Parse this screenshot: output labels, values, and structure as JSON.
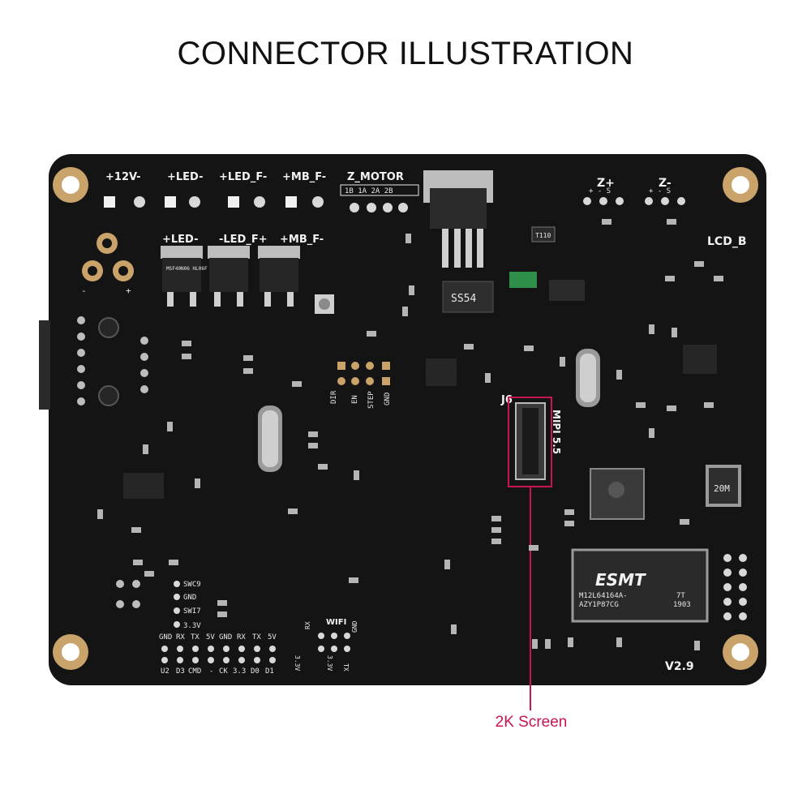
{
  "title": "CONNECTOR ILLUSTRATION",
  "callout": {
    "label": "2K Screen",
    "color": "#c8144f"
  },
  "board": {
    "color": "#141414",
    "version": "V2.9",
    "top_labels": [
      "+12V-",
      "+LED-",
      "+LED_F-",
      "+MB_F-",
      "Z_MOTOR"
    ],
    "z_motor_pins": "1B 1A 2A 2B",
    "mosfet_labels": [
      "+LED-",
      "-LED_F+",
      "+MB_F-"
    ],
    "mosfet_marking": "MSF40N06 HL06F",
    "right_labels": [
      "Z+",
      "Z-",
      "LCD_B"
    ],
    "endstop_pin_signs": "+ - S",
    "stepper_labels": [
      "DIR",
      "EN",
      "STEP",
      "GND"
    ],
    "mipi_label": "MIPI 5.5",
    "connector_ref": "J6",
    "chip_ss54": "SS54",
    "fuse_marking": "T110",
    "crystal_marking": "20M",
    "sdram": {
      "brand": "ESMT",
      "part": "M12L64164A-",
      "grade": "7T",
      "lot": "AZY1P87CG",
      "date": "1903"
    },
    "bottom_left_labels": [
      "SWC9",
      "GND",
      "SWI7",
      "3.3V"
    ],
    "bottom_row1": [
      "GND",
      "RX",
      "TX",
      "5V",
      "GND",
      "RX",
      "TX",
      "5V"
    ],
    "bottom_row2": [
      "U2",
      "D3",
      "CMD",
      "-",
      "CK",
      "3.3",
      "D0",
      "D1"
    ],
    "wifi": {
      "label": "WIFI",
      "pins": [
        "RX",
        "GND",
        "3.3V",
        "3.3V",
        "TX"
      ]
    }
  }
}
